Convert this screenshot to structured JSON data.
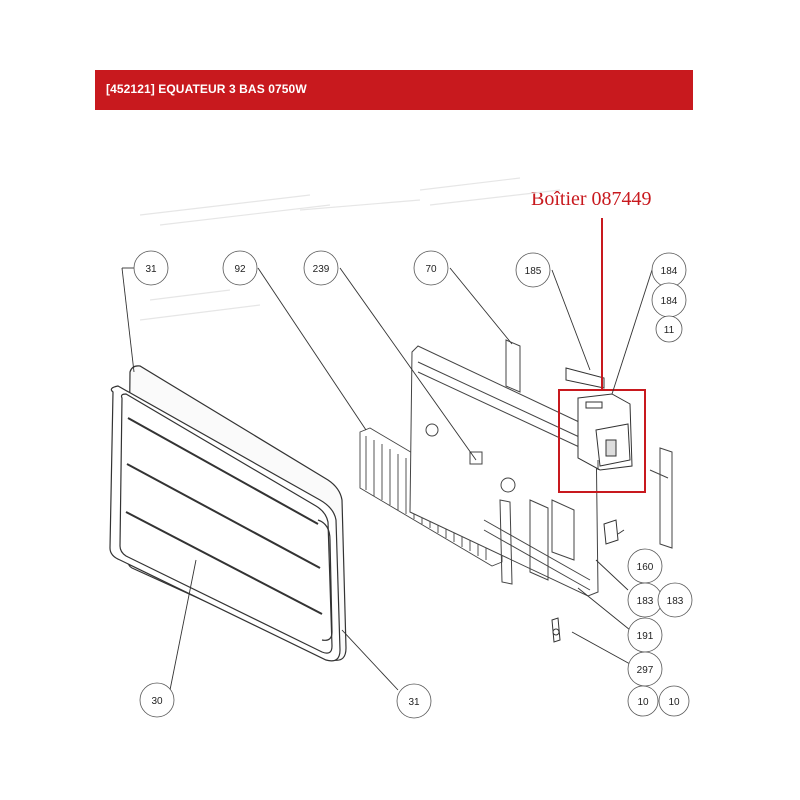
{
  "header": {
    "title": "[452121] EQUATEUR 3 BAS 0750W"
  },
  "callout": {
    "label": "Boîtier 087449",
    "color": "#c8191e"
  },
  "colors": {
    "header_bg": "#c8191e",
    "line": "#333333"
  },
  "part_numbers": {
    "p31_top": "31",
    "p92": "92",
    "p239": "239",
    "p70": "70",
    "p185": "185",
    "p184_a": "184",
    "p184_b": "184",
    "p11": "11",
    "p160": "160",
    "p183_a": "183",
    "p183_b": "183",
    "p191": "191",
    "p297": "297",
    "p10_a": "10",
    "p10_b": "10",
    "p30": "30",
    "p31_bottom": "31"
  }
}
